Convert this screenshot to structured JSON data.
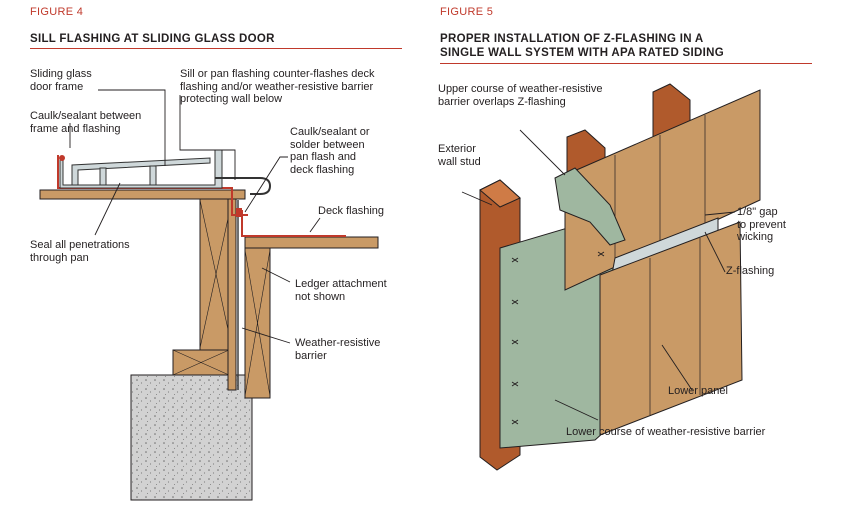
{
  "figure4": {
    "label": "FIGURE 4",
    "title": "SILL FLASHING AT SLIDING GLASS DOOR",
    "callouts": {
      "door_frame": "Sliding glass\ndoor frame",
      "sill_pan": "Sill or pan flashing counter-flashes deck\nflashing and/or weather-resistive barrier\nprotecting wall below",
      "caulk_frame": "Caulk/sealant between\nframe and flashing",
      "caulk_solder": "Caulk/sealant or\nsolder between\npan flash and\ndeck flashing",
      "deck_flashing": "Deck flashing",
      "seal_penetrations": "Seal all penetrations\nthrough pan",
      "ledger": "Ledger attachment\nnot shown",
      "wrb": "Weather-resistive\nbarrier"
    }
  },
  "figure5": {
    "label": "FIGURE 5",
    "title_line1": "PROPER INSTALLATION OF Z-FLASHING IN A",
    "title_line2": "SINGLE WALL SYSTEM WITH APA RATED SIDING",
    "callouts": {
      "upper_wrb": "Upper course of weather-resistive\nbarrier overlaps Z-flashing",
      "stud": "Exterior\nwall stud",
      "gap": "1/8\" gap\nto prevent\nwicking",
      "zflash": "Z-flashing",
      "lower_panel": "Lower panel",
      "lower_wrb": "Lower course of weather-resistive barrier"
    }
  },
  "colors": {
    "accent_red": "#c0392b",
    "wood": "#c99a66",
    "stud_wood": "#b05a2c",
    "wrb_green": "#9fb7a0",
    "concrete": "#cfcfcf",
    "flashing": "#cfd8da"
  }
}
